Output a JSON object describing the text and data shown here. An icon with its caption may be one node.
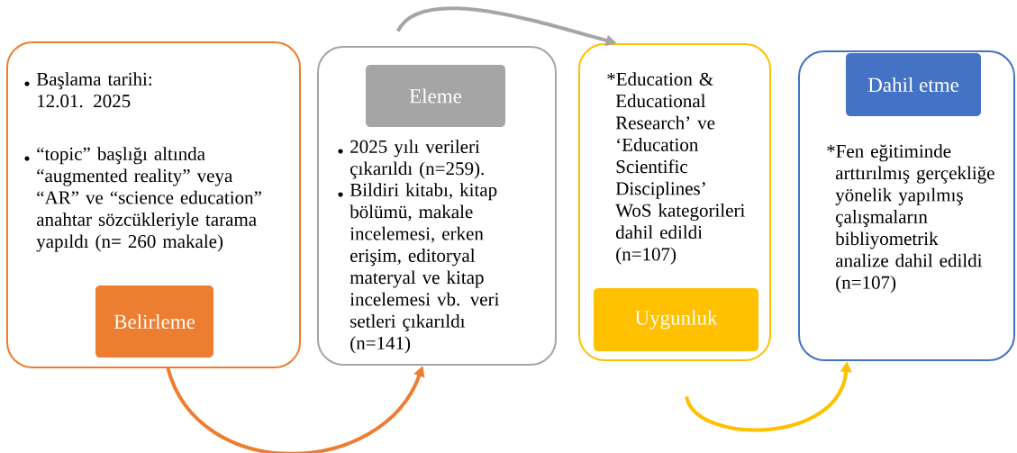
{
  "diagram": {
    "nodes": [
      {
        "text": [
          "Başlama tarihi: 12.01. 2025",
          "“topic” başlığı altında “augmented reality” veya “AR” ve “science education” anahtar sözcükleriyle tarama yapıldı (n= 260 makale)"
        ]
      },
      {
        "text": [
          "Belirleme"
        ],
        "in": 0
      },
      {
        "text": [
          "2025 yılı verileri çıkarıldı (n=259).",
          "Bildiri kitabı, kitap bölümü, makale incelemesi, erken erişim, editoryal materyal ve kitap incelemesi vb. veri setleri çıkarıldı (n=141)"
        ]
      },
      {
        "text": [
          "Eleme"
        ],
        "in": 2
      },
      {
        "text": [
          "*Education & Educational Research’ ve ‘Education Scientific Disciplines’ WoS kategorileri dahil edildi (n=107)"
        ]
      },
      {
        "text": [
          "Uygunluk"
        ],
        "in": 4
      },
      {
        "text": [
          "*Fen eğitiminde arttırılmış gerçekliğe yönelik yapılmış çalışmaların bibliyometrik analize dahil edildi (n=107)"
        ]
      },
      {
        "text": [
          "Dahil etme"
        ],
        "in": 6
      }
    ],
    "edges": [
      {
        "from": 0,
        "to": 2,
        "arrow": "to",
        "color": "#ed7d31"
      },
      {
        "from": 2,
        "to": 4,
        "arrow": "to",
        "color": "#a5a5a5"
      },
      {
        "from": 4,
        "to": 6,
        "arrow": "to",
        "color": "#ffc000"
      }
    ]
  }
}
